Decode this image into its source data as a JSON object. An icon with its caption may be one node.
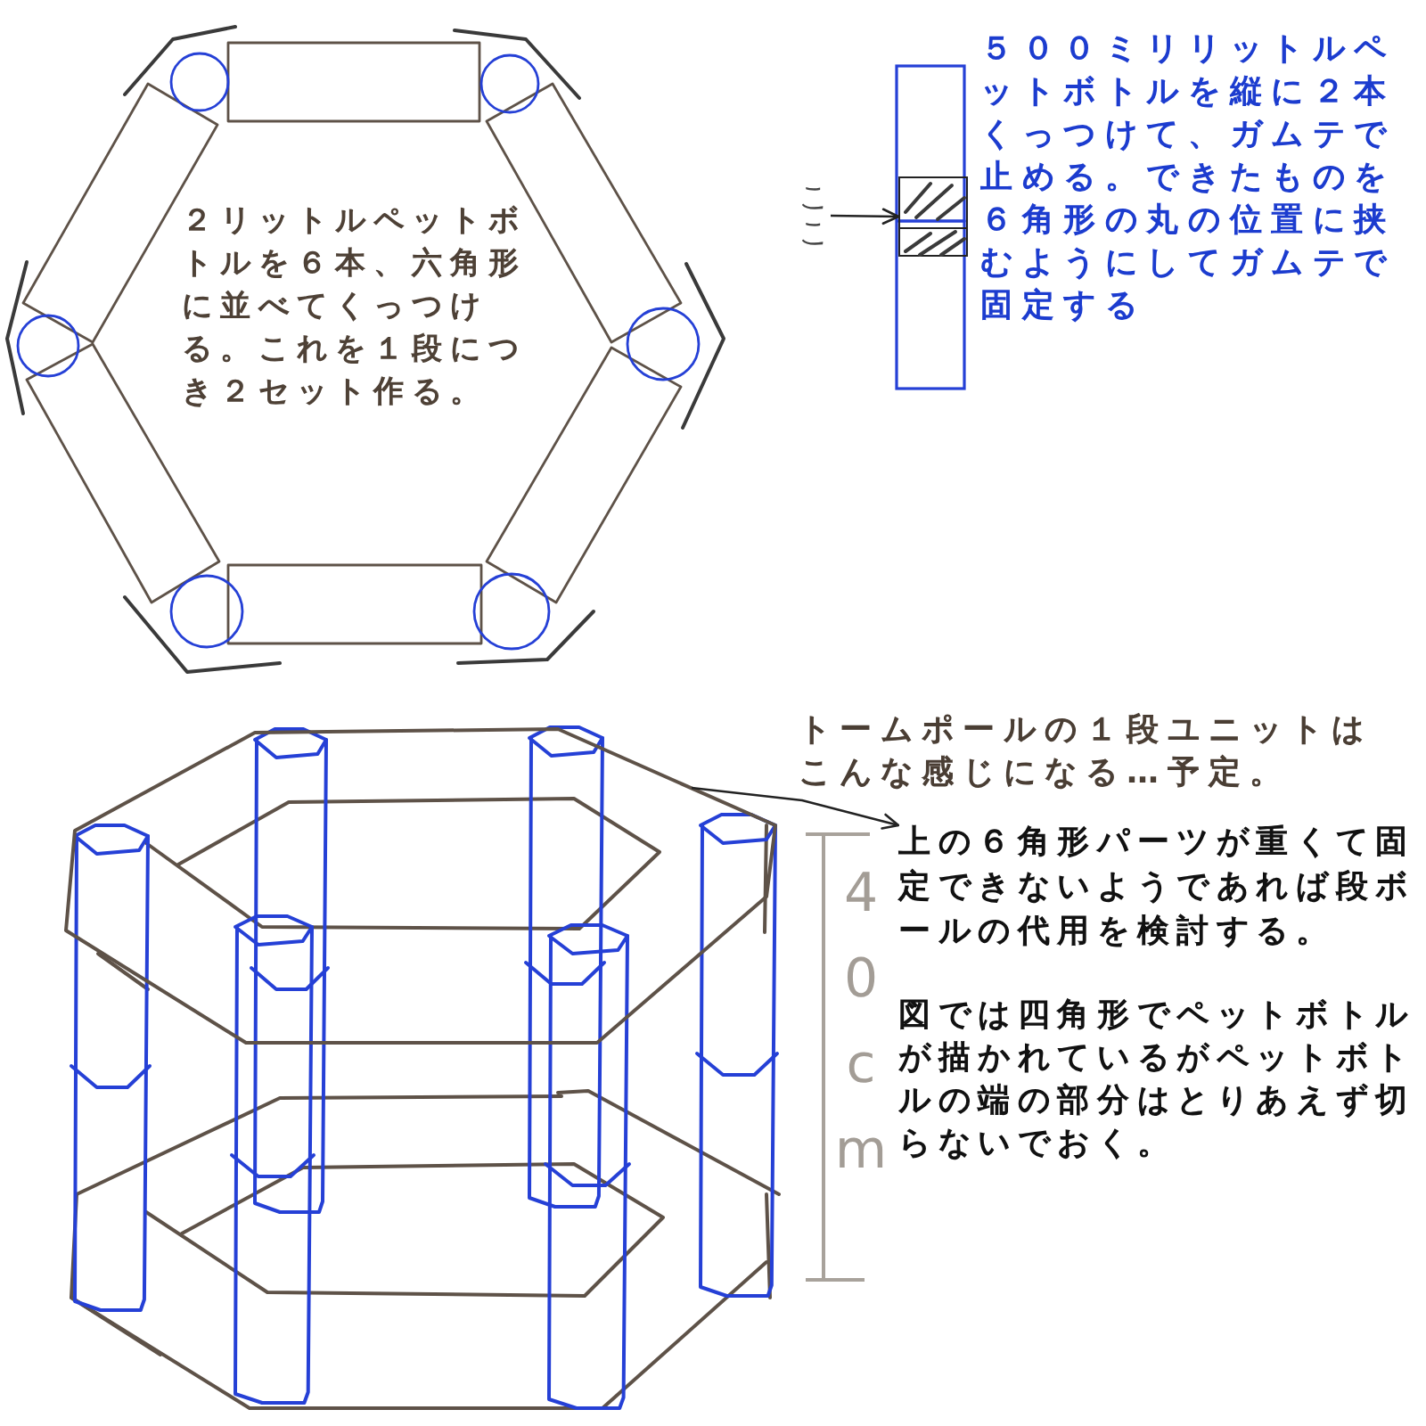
{
  "diagram": {
    "nodes": [
      {
        "text": [
          "ここ"
        ]
      },
      {
        "text": [],
        "shape": "box"
      },
      {
        "text": [],
        "shape": "hexagon"
      },
      {
        "text": [
          "上の６角形パーツが重くて固定できないようであれば段ボールの代用を検討する。"
        ]
      }
    ],
    "edges": [
      {
        "from": 0,
        "to": 1,
        "arrow": "to"
      },
      {
        "from": 2,
        "to": 3,
        "arrow": "to"
      }
    ],
    "labels": [
      "２リットルペットボトルを６本、六角形に並べてくっつける。これを１段につき２セット作る。",
      "５００ミリリットルペットボトルを縦に２本くっつけて、ガムテで止める。できたものを６角形の丸の位置に挟むようにしてガムテで固定する",
      "トームポールの１段ユニットはこんな感じになる…予定。",
      "40cm",
      "図では四角形でペットボトルが描かれているがペットボトルの端の部分はとりあえず切らないでおく。"
    ]
  }
}
